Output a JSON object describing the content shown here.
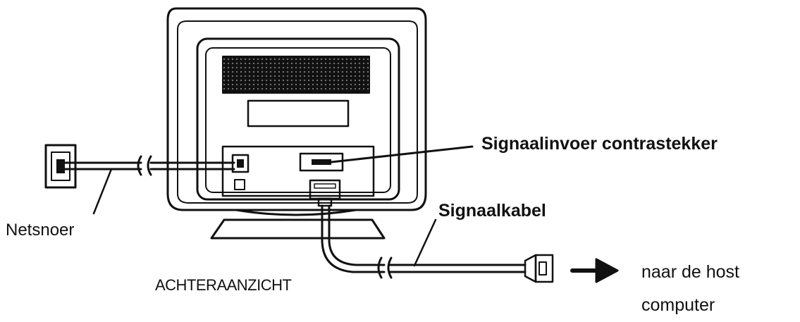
{
  "labels": {
    "signal_input_plug": "Signaalinvoer contrastekker",
    "signal_cable": "Signaalkabel",
    "power_cord": "Netsnoer",
    "rear_view": "ACHTERAANZICHT",
    "to_host_line1": "naar de host",
    "to_host_line2": "computer"
  },
  "icons": {
    "monitor": "monitor-rear-icon",
    "wall_socket": "wall-outlet-icon",
    "plug": "cable-plug-icon",
    "arrow": "arrow-right-icon"
  },
  "colors": {
    "line": "#111111",
    "background": "#ffffff"
  }
}
